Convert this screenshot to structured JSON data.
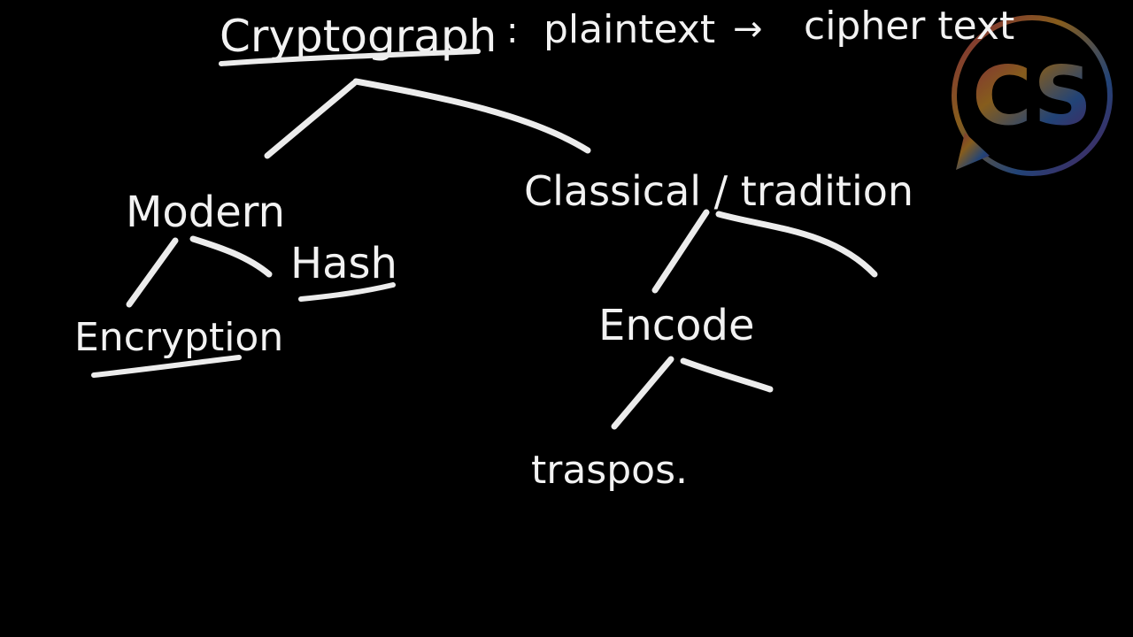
{
  "title": {
    "word": "Cryptograph",
    "separator": ":",
    "definition_left": "plaintext",
    "arrow": "→",
    "definition_right": "cipher text"
  },
  "tree": {
    "modern": {
      "label": "Modern",
      "children": [
        "Encryption",
        "Hash"
      ]
    },
    "classical": {
      "label": "Classical / tradition",
      "children": [
        "Encode"
      ]
    },
    "encode": {
      "children": [
        "traspos."
      ]
    }
  },
  "watermark": {
    "logo_text": "CS",
    "colors": [
      "#e94b6a",
      "#f4a934",
      "#3d7bd9",
      "#8b3fa8"
    ]
  },
  "colors": {
    "background": "#000000",
    "chalk": "#f2f2f2"
  }
}
